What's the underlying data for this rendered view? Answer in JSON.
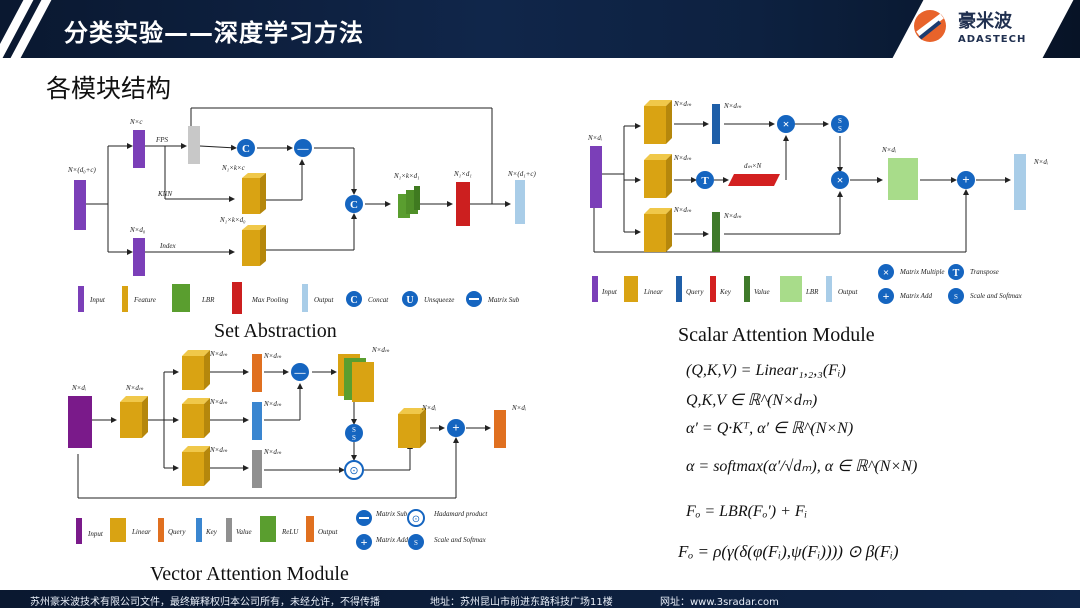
{
  "header": {
    "title": "分类实验——深度学习方法"
  },
  "logo": {
    "name_cn": "豪米波",
    "name_en": "ADASTECH"
  },
  "subtitle": "各模块结构",
  "set_abstraction": {
    "caption": "Set Abstraction",
    "labels": {
      "in": "N×(d₀+c)",
      "nc": "N×c",
      "fps": "FPS",
      "knn": "KNN",
      "index": "Index",
      "nd": "N×d₀",
      "n1kc": "N₁×k×c",
      "n1kd": "N₁×k×d₀",
      "n1kd1": "N₁×k×d₁",
      "n1d1": "N₁×d₁",
      "out": "N×(d₁+c)"
    },
    "ops": {
      "concat": "C",
      "sub": "—"
    },
    "legend": [
      "Input",
      "Feature",
      "LBR",
      "Max Pooling",
      "Output",
      "Concat",
      "Unsqueeze",
      "Matrix Sub"
    ],
    "legend_icons": {
      "concat": "C",
      "unsqueeze": "U"
    }
  },
  "scalar_attention": {
    "caption": "Scalar Attention Module",
    "labels": {
      "in": "N×dᵢ",
      "q": "N×dₘ",
      "k": "N×dₘ",
      "v": "N×dₘ",
      "q2": "N×dₘ",
      "kt": "dₘ×N",
      "v2": "N×dₘ",
      "mid": "N×dᵢ",
      "out": "N×dᵢ"
    },
    "ops": {
      "mul": "×",
      "s": "S",
      "t": "T",
      "add": "+"
    },
    "legend": [
      "Input",
      "Linear",
      "Query",
      "Key",
      "Value",
      "LBR",
      "Output"
    ],
    "legend_ops": [
      "Matrix Multiple",
      "Transpose",
      "Matrix Add",
      "Scale and Softmax"
    ]
  },
  "vector_attention": {
    "caption": "Vector Attention Module",
    "labels": {
      "in": "N×dᵢ",
      "lin": "N×dₘ",
      "q": "N×dₘ",
      "k": "N×dₘ",
      "v": "N×dₘ",
      "q2": "N×dₘ",
      "k2": "N×dₘ",
      "v2": "N×dₘ",
      "stack": "N×dₘ",
      "mid": "N×dᵢ",
      "out": "N×dᵢ"
    },
    "ops": {
      "sub": "—",
      "s": "S",
      "had": "⊙",
      "add": "+"
    },
    "legend": [
      "Input",
      "Linear",
      "Query",
      "Key",
      "Value",
      "ReLU",
      "Output"
    ],
    "legend_ops": [
      "Matrix Sub",
      "Hadamard product",
      "Matrix Add",
      "Scale and Softmax"
    ]
  },
  "formulas": [
    "(Q,K,V) = Linear₁,₂,₃(Fᵢ)",
    "Q,K,V ∈ ℝ^(N×dₘ)",
    "α′ = Q·Kᵀ, α′ ∈ ℝ^(N×N)",
    "α = softmax(α′/√dₘ), α ∈ ℝ^(N×N)",
    "Fₒ = LBR(Fₒ′) + Fᵢ",
    "Fₒ = ρ(γ(δ(φ(Fᵢ),ψ(Fᵢ)))) ⊙ β(Fᵢ)"
  ],
  "footer": {
    "company": "苏州豪米波技术有限公司文件，最终解释权归本公司所有，未经允许，不得传播",
    "address": "地址：苏州昆山市前进东路科技广场11楼",
    "website": "网址：www.3sradar.com"
  },
  "colors": {
    "input": "#7b3fb8",
    "feature": "#d9a313",
    "lbr": "#5a9e2f",
    "pool": "#cc1f1f",
    "output": "#a9cde8",
    "op": "#1565c0",
    "query": "#1f5fa8",
    "key": "#d32020",
    "value": "#3f7a2a",
    "relu": "#e07020",
    "vinput": "#7a1a8a"
  }
}
